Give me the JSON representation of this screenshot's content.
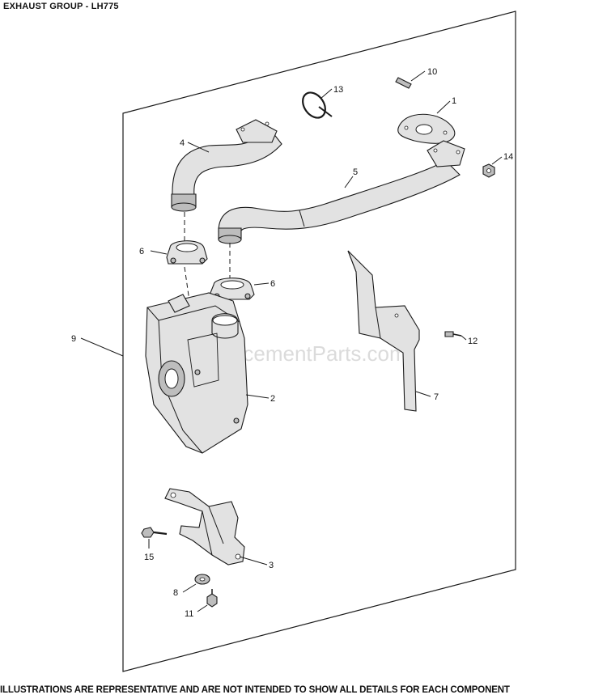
{
  "header": {
    "title": "EXHAUST GROUP - LH775"
  },
  "footer": {
    "disclaimer": "ILLUSTRATIONS ARE REPRESENTATIVE AND ARE NOT INTENDED TO SHOW ALL DETAILS FOR EACH COMPONENT"
  },
  "watermark": "eReplacementParts.com",
  "callouts": {
    "c1": "1",
    "c2": "2",
    "c3": "3",
    "c4": "4",
    "c5": "5",
    "c6a": "6",
    "c6b": "6",
    "c7": "7",
    "c8": "8",
    "c9": "9",
    "c10": "10",
    "c11": "11",
    "c12": "12",
    "c13": "13",
    "c14": "14",
    "c15": "15"
  }
}
